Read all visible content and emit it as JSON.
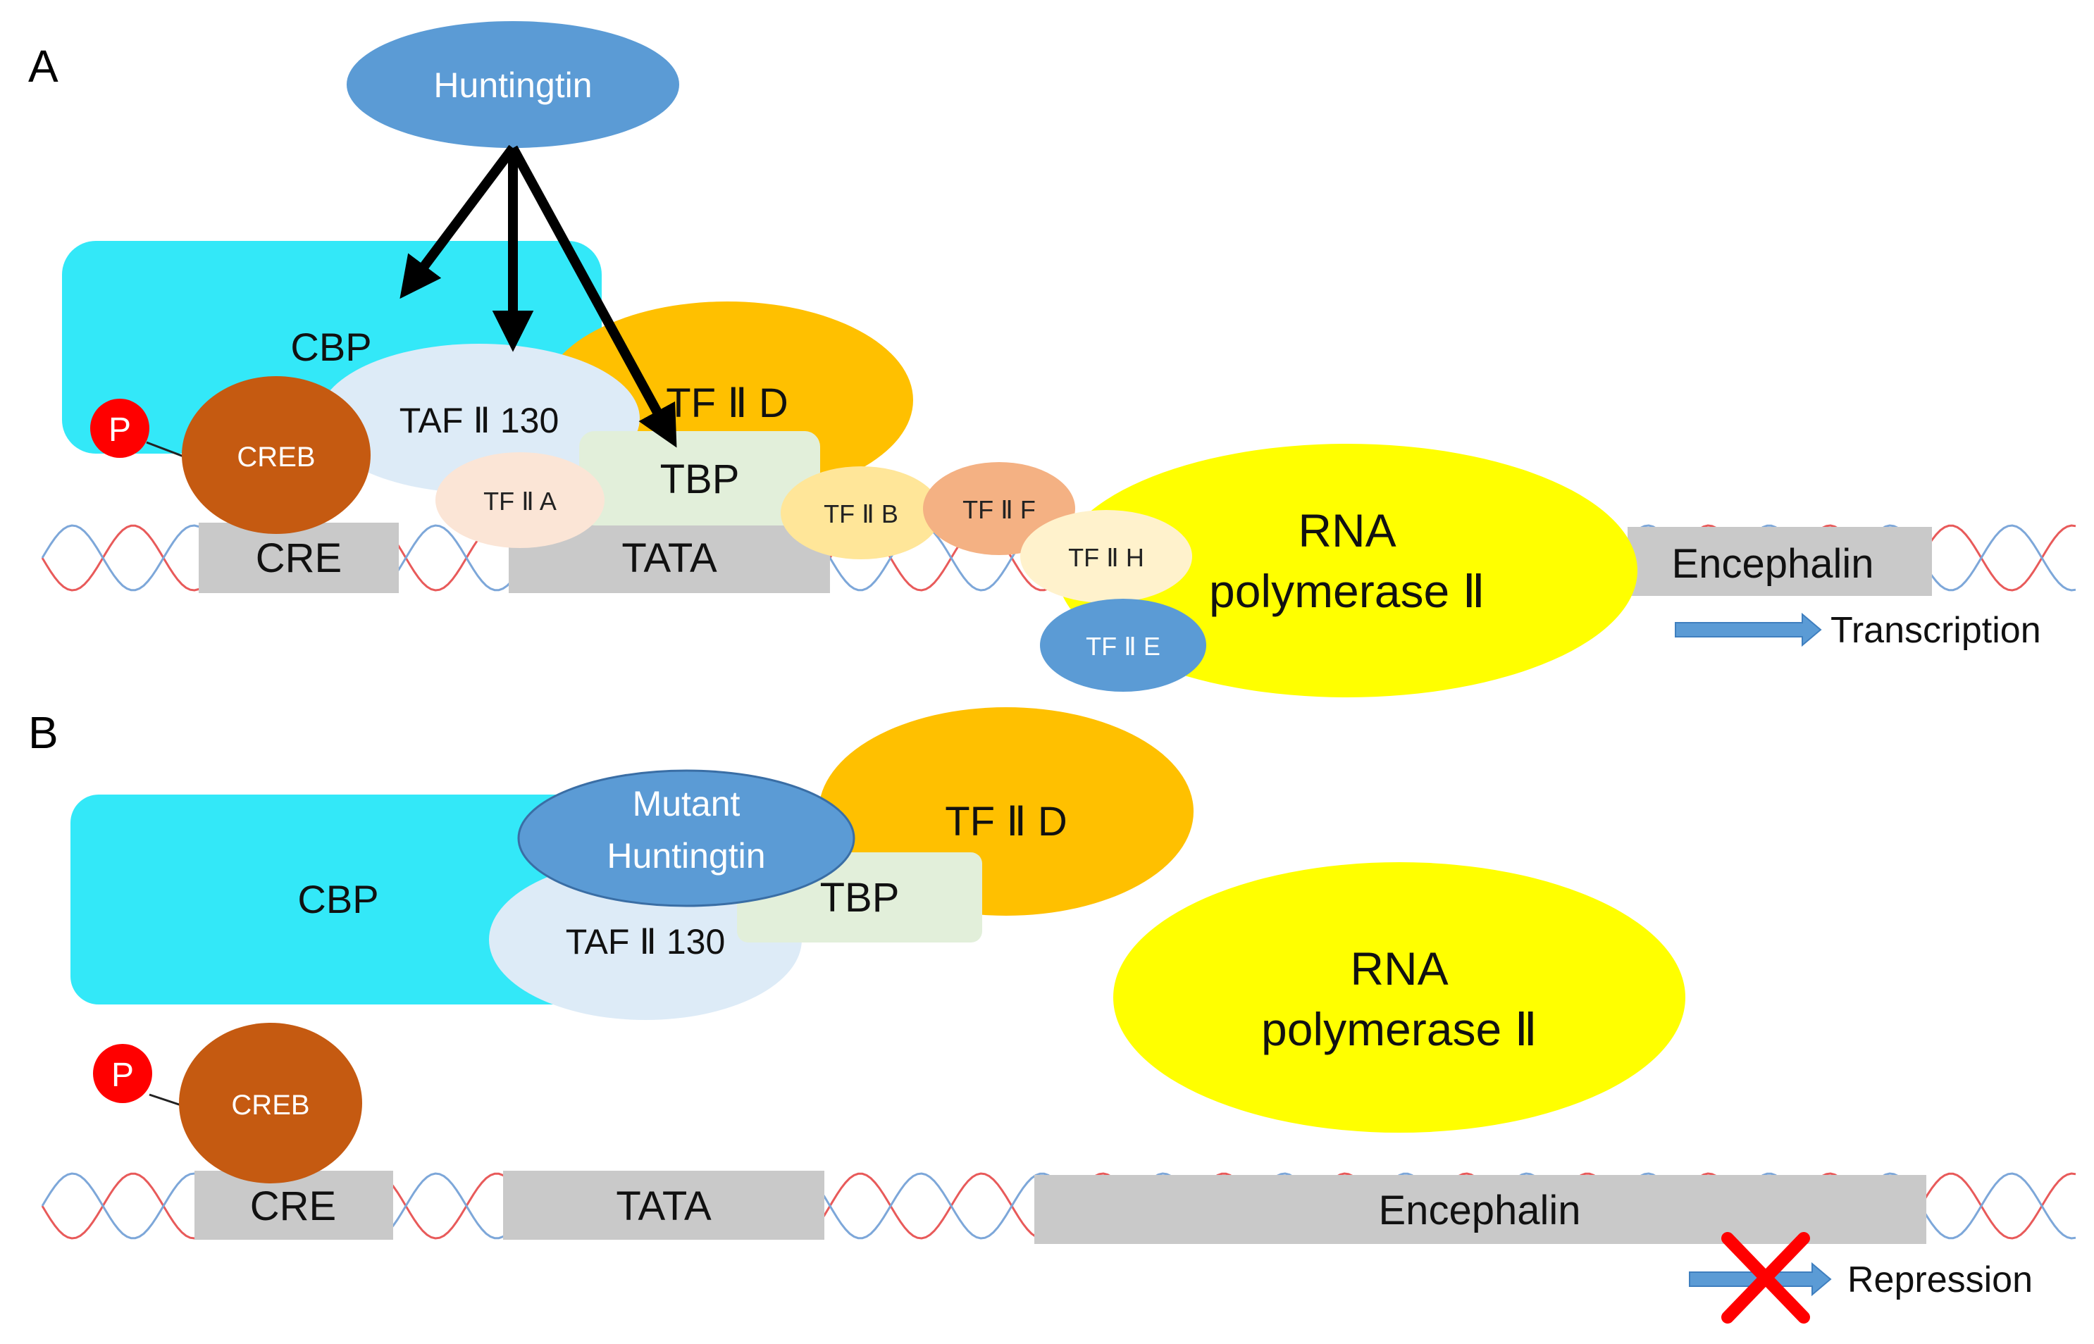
{
  "panel_a": {
    "label": "A",
    "huntingtin": "Huntingtin",
    "cbp": "CBP",
    "creb": "CREB",
    "phospho": "P",
    "taf": "TAF Ⅱ 130",
    "tfiid": "TF Ⅱ D",
    "tbp": "TBP",
    "tfiia": "TF Ⅱ A",
    "tfiib": "TF Ⅱ B",
    "tfiif": "TF Ⅱ F",
    "tfiih": "TF Ⅱ H",
    "tfiie": "TF Ⅱ E",
    "rnapol_line1": "RNA",
    "rnapol_line2": "polymerase Ⅱ",
    "cre": "CRE",
    "tata": "TATA",
    "encephalin": "Encephalin",
    "outcome": "Transcription"
  },
  "panel_b": {
    "label": "B",
    "mutant_line1": "Mutant",
    "mutant_line2": "Huntingtin",
    "cbp": "CBP",
    "creb": "CREB",
    "phospho": "P",
    "taf": "TAF Ⅱ 130",
    "tfiid": "TF Ⅱ D",
    "tbp": "TBP",
    "rnapol_line1": "RNA",
    "rnapol_line2": "polymerase Ⅱ",
    "cre": "CRE",
    "tata": "TATA",
    "encephalin": "Encephalin",
    "outcome": "Repression"
  },
  "colors": {
    "huntingtin": "#5b9bd5",
    "cbp": "#33e8f8",
    "creb": "#c55a11",
    "phospho": "#ff0000",
    "taf": "#ddebf7",
    "tfiid": "#ffc000",
    "tbp": "#e2efda",
    "tfiia": "#fbe5d6",
    "tfiib": "#ffe699",
    "tfiif": "#f4b183",
    "tfiih": "#fff2cc",
    "tfiie": "#5b9bd5",
    "rnapol": "#ffff00",
    "dna_box": "#c9c9c9",
    "dna_red": "#e85a5a",
    "dna_blue": "#7da7d9",
    "arrow": "#5b9bd5",
    "cross": "#ff0000"
  }
}
